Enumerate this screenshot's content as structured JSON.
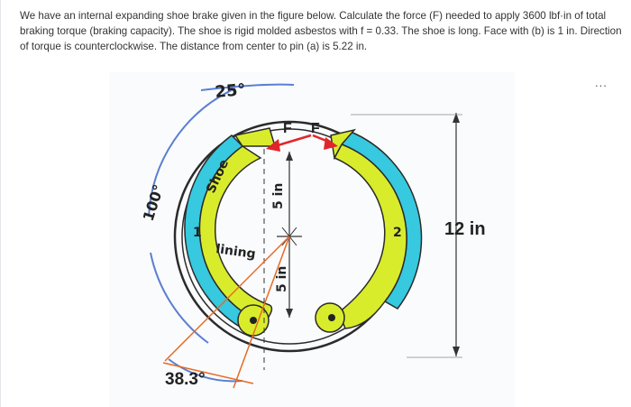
{
  "question": {
    "text": "We have an internal expanding shoe brake given in the figure below. Calculate the force (F) needed to apply 3600 lbf·in of total braking torque (braking capacity). The shoe is rigid molded asbestos with f = 0.33. The shoe is long. Face with (b) is 1 in. Direction of torque is counterclockwise. The distance from center to pin (a) is 5.22 in."
  },
  "toolbar": {
    "more_label": "..."
  },
  "figure": {
    "angle_top": "25°",
    "angle_left": "100°",
    "angle_bottom": "38.3°",
    "label_shoe": "Shoe",
    "label_lining": "lining",
    "label_F1": "F",
    "label_F2": "F",
    "label_dim_upper": "5 in",
    "label_dim_lower": "5 in",
    "label_shoe1": "1",
    "label_shoe2": "2",
    "label_diameter": "12 in",
    "colors": {
      "shoe": "#d9ec2c",
      "lining": "#36c9df",
      "force": "#e0262a",
      "annotation": "#5b7fd3",
      "guide": "#e86a24"
    }
  }
}
